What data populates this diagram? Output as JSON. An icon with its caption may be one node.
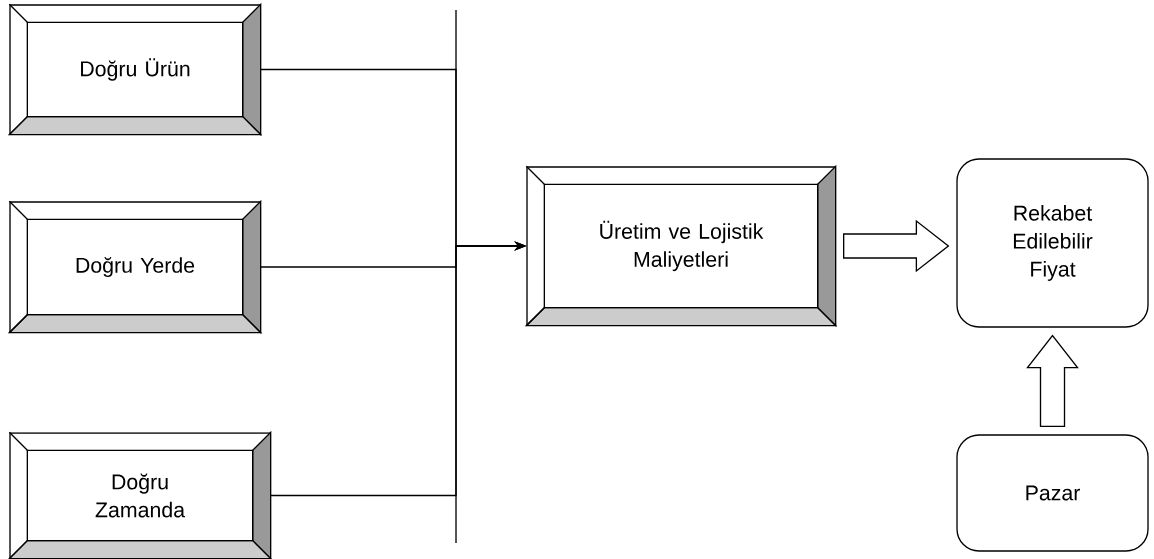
{
  "diagram": {
    "nodes": [
      {
        "text": [
          "Doğru Ürün"
        ]
      },
      {
        "text": [
          "Doğru Yerde"
        ]
      },
      {
        "text": [
          "Doğru Zamanda"
        ]
      },
      {
        "text": [
          "Üretim ve Lojistik Maliyetleri"
        ]
      },
      {
        "text": [
          "Rekabet Edilebilir Fiyat"
        ]
      },
      {
        "text": [
          "Pazar"
        ]
      }
    ],
    "edges": [
      {
        "from": 0,
        "to": 3,
        "arrow": "to"
      },
      {
        "from": 1,
        "to": 3,
        "arrow": "to"
      },
      {
        "from": 2,
        "to": 3,
        "arrow": "to"
      },
      {
        "from": 3,
        "to": 4,
        "arrow": "to",
        "style": "thick"
      },
      {
        "from": 5,
        "to": 4,
        "arrow": "to",
        "style": "thick"
      }
    ]
  }
}
